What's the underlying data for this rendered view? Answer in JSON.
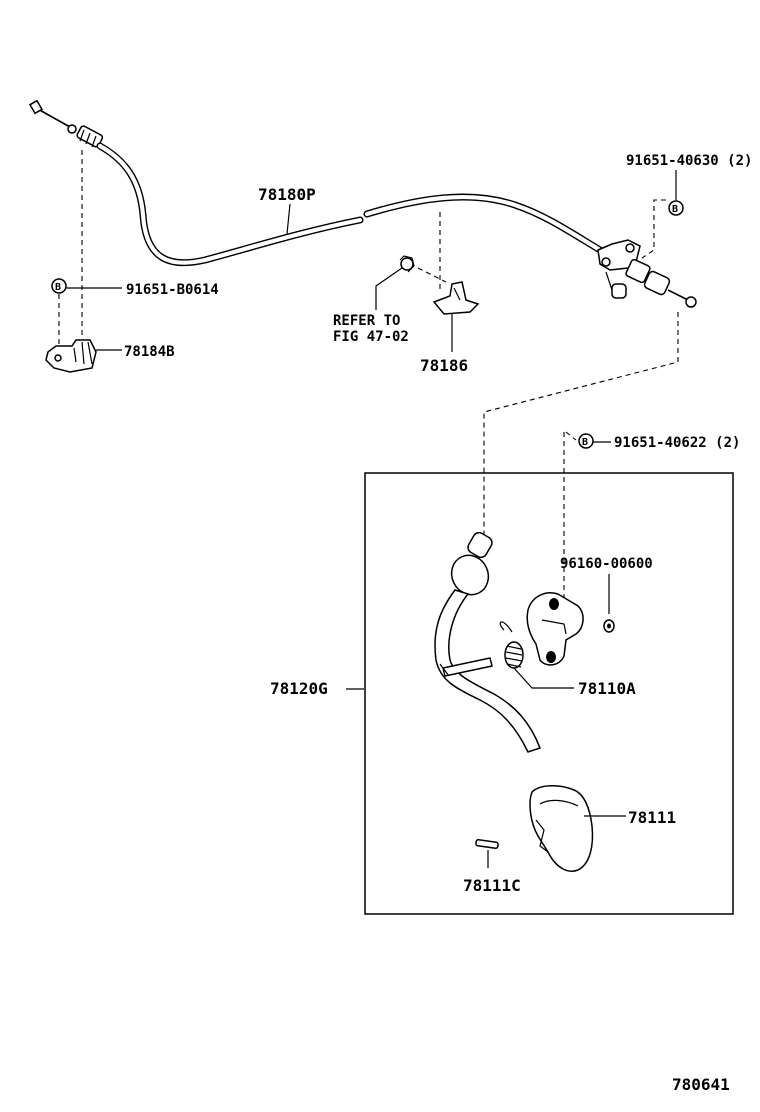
{
  "parts": {
    "cable": "78180P",
    "bolt_top_right": "91651-40630 (2)",
    "bolt_left": "91651-B0614",
    "bracket_left": "78184B",
    "reference_line1": "REFER TO",
    "reference_line2": "FIG 47-02",
    "clip": "78186",
    "bolt_pedal": "91651-40622 (2)",
    "nut": "96160-00600",
    "pedal_assembly": "78120G",
    "spring": "78110A",
    "pedal_pad": "78111",
    "pin": "78111C",
    "bolt_marker": "B"
  },
  "figure_number": "780641"
}
